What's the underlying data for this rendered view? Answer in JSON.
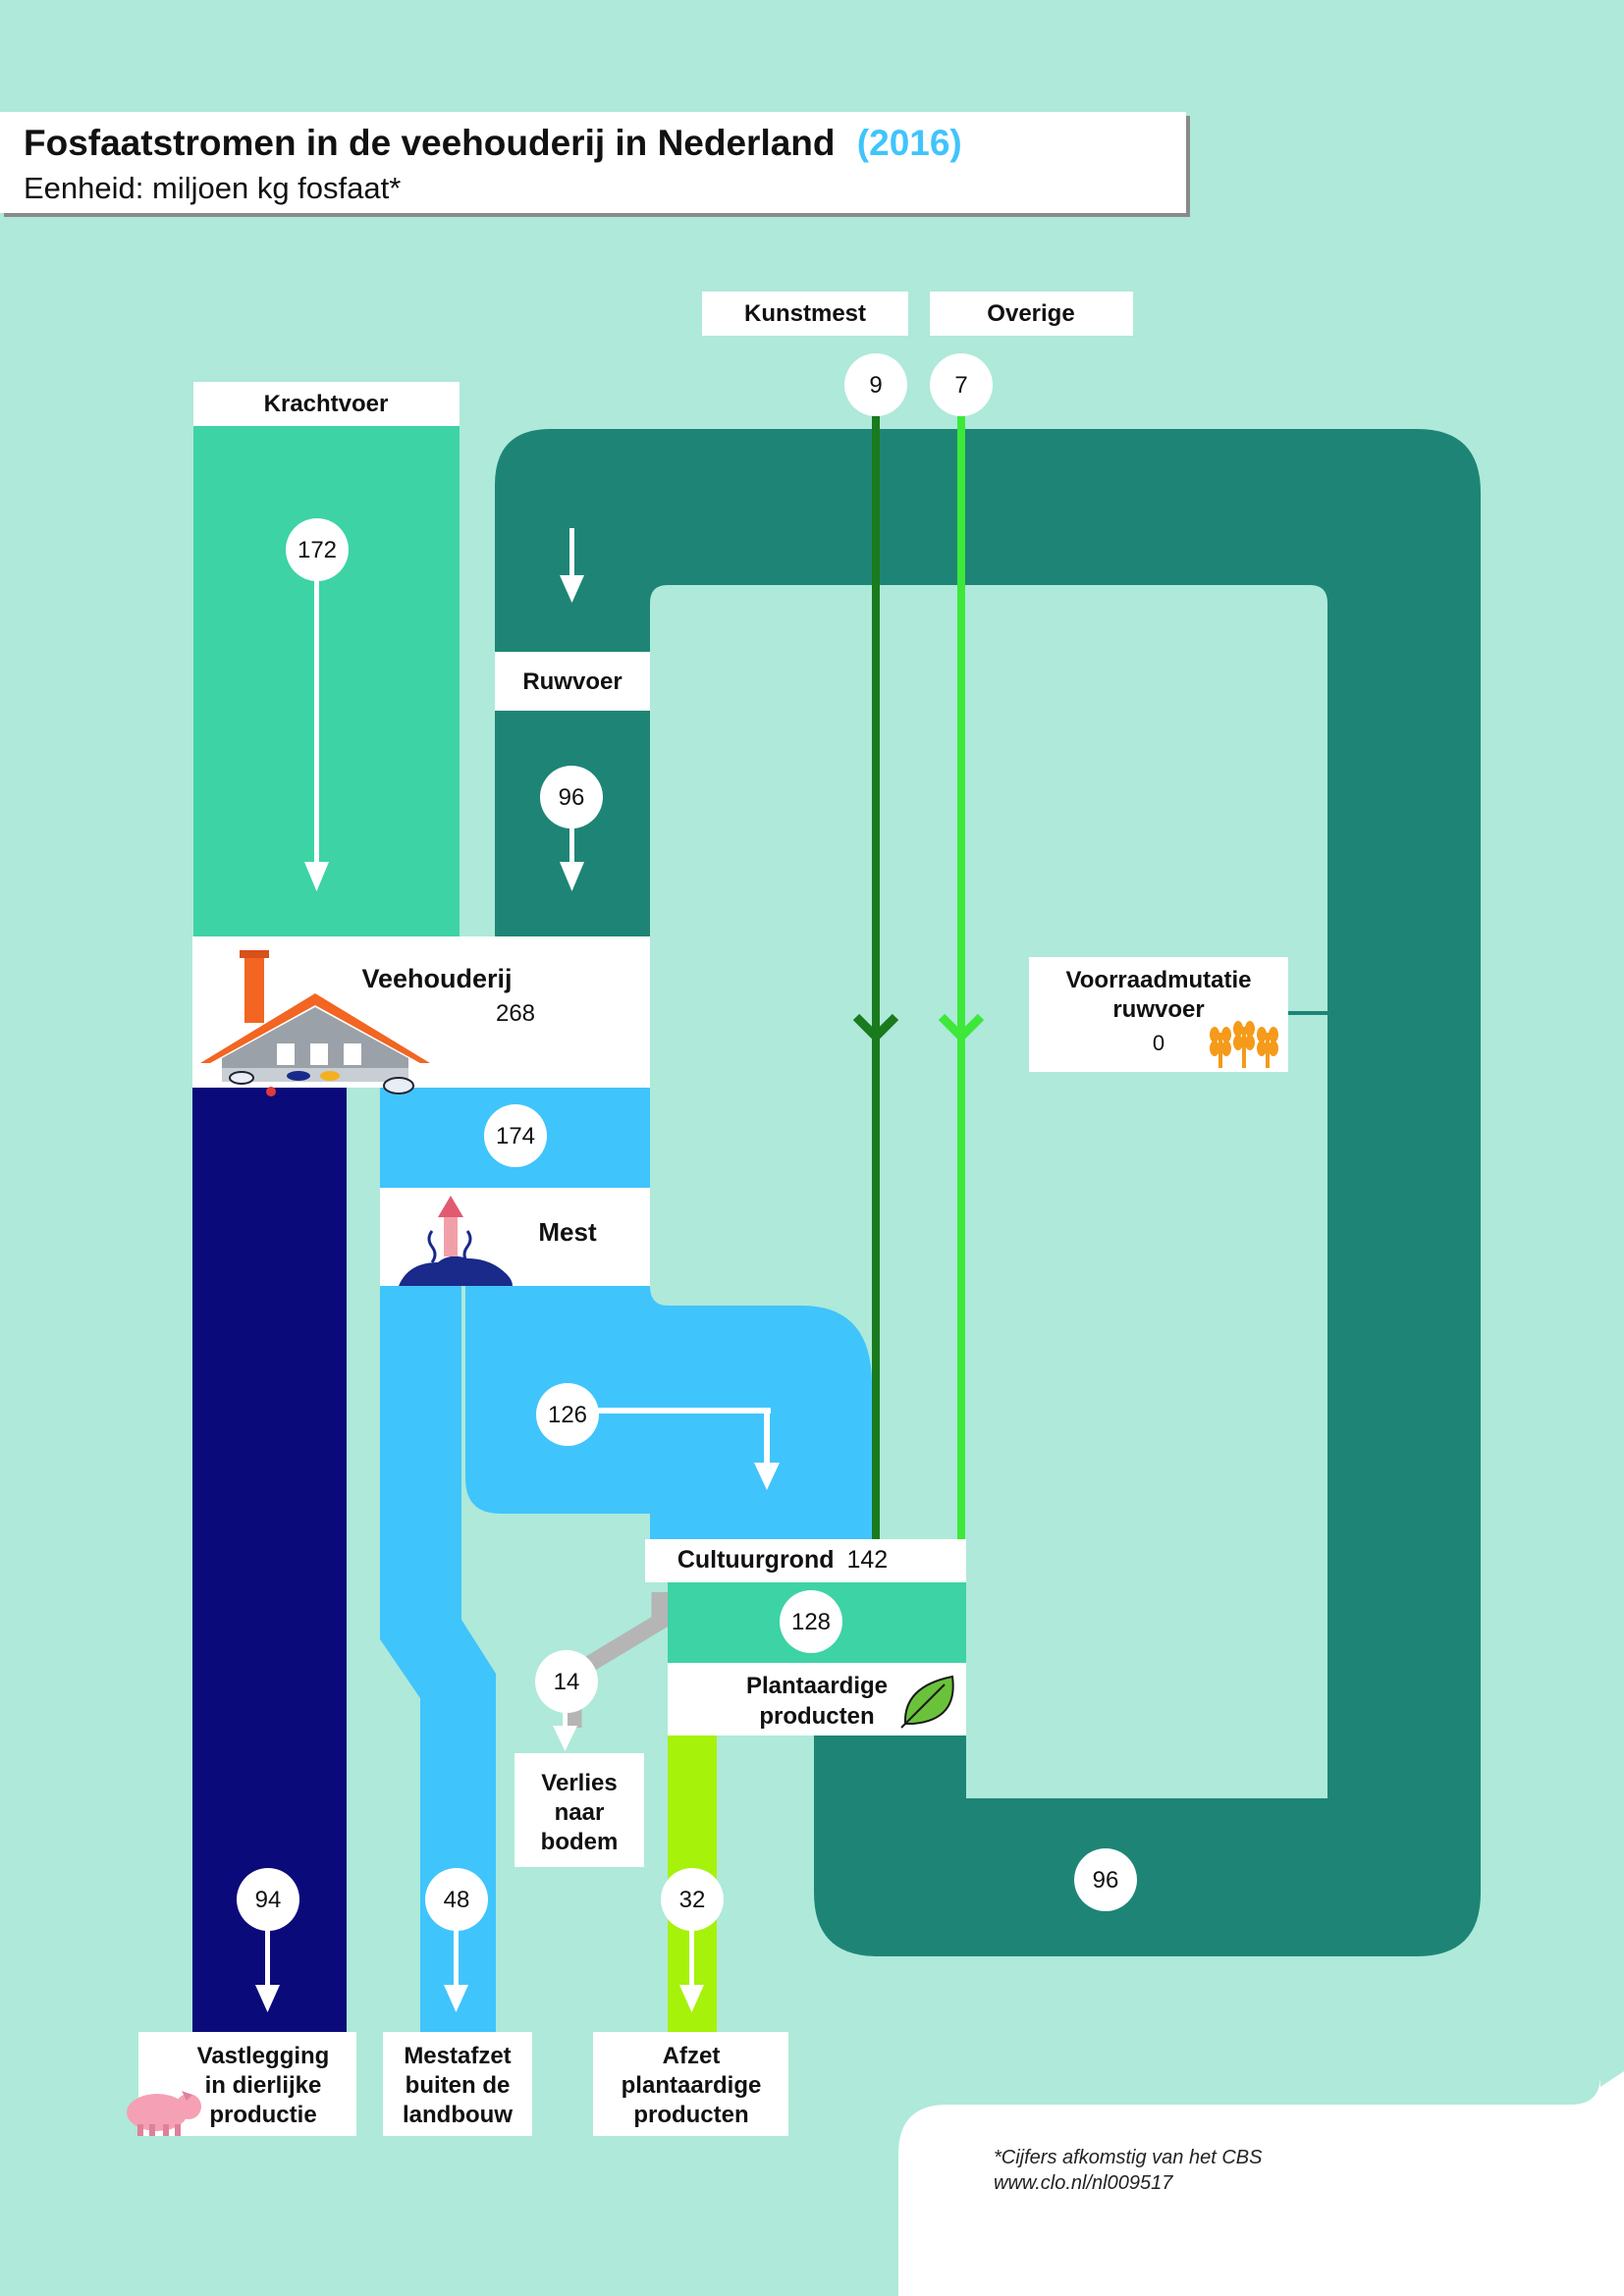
{
  "header": {
    "title": "Fosfaatstromen in de veehouderij in Nederland",
    "year": "(2016)",
    "subtitle": "Eenheid: miljoen kg fosfaat*"
  },
  "nodes": {
    "krachtvoer": "Krachtvoer",
    "kunstmest": "Kunstmest",
    "overige": "Overige",
    "ruwvoer": "Ruwvoer",
    "veehouderij": {
      "label": "Veehouderij",
      "value": "268"
    },
    "mest": "Mest",
    "voorraad": {
      "line1": "Voorraadmutatie",
      "line2": "ruwvoer",
      "value": "0"
    },
    "cultuurgrond": {
      "label": "Cultuurgrond",
      "value": "142"
    },
    "plantaardige": {
      "line1": "Plantaardige",
      "line2": "producten"
    },
    "verlies": {
      "line1": "Verlies",
      "line2": "naar",
      "line3": "bodem"
    },
    "vastlegging": {
      "line1": "Vastlegging",
      "line2": "in dierlijke",
      "line3": "productie"
    },
    "mestafzet": {
      "line1": "Mestafzet",
      "line2": "buiten de",
      "line3": "landbouw"
    },
    "afzet": {
      "line1": "Afzet",
      "line2": "plantaardige",
      "line3": "producten"
    }
  },
  "flows": {
    "krachtvoer": "172",
    "kunstmest": "9",
    "overige": "7",
    "ruwvoer": "96",
    "mest": "174",
    "mest_to_cultuurgrond": "126",
    "plantaardig": "128",
    "verlies": "14",
    "vastlegging": "94",
    "mestafzet": "48",
    "afzet": "32",
    "ruwvoer_loop": "96"
  },
  "footnote": {
    "line1": "*Cijfers afkomstig van het CBS",
    "line2": "www.clo.nl/nl009517"
  },
  "colors": {
    "background": "#aee9d9",
    "krachtvoer": "#3dd3a5",
    "ruwvoer": "#1e8576",
    "kunstmest": "#1a7a1e",
    "overige": "#3de83a",
    "mest": "#40c4fc",
    "dierlijk": "#0a0a7a",
    "afzet": "#a6f20a",
    "verlies": "#b5b5b5",
    "year": "#40c4fc"
  }
}
